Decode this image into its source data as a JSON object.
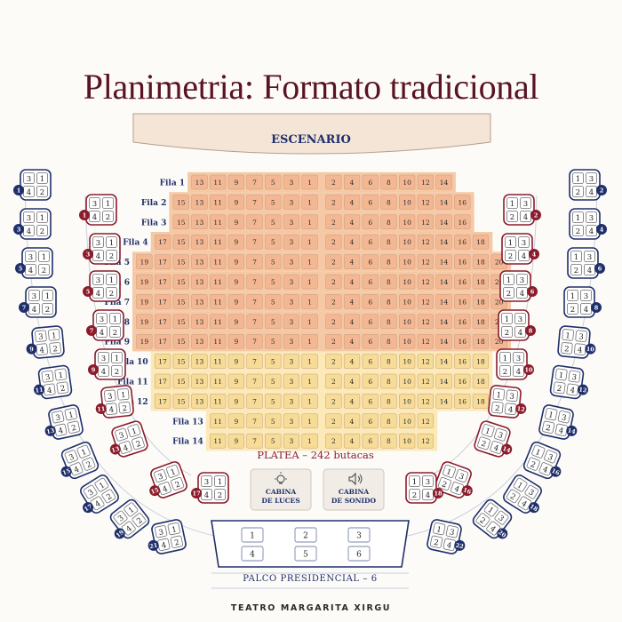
{
  "title": "Planimetria: Formato tradicional",
  "stage": "ESCENARIO",
  "platea": {
    "caption": "PLATEA – 242 butacas",
    "rows": [
      {
        "label": "Fila 1",
        "left": [
          13,
          11,
          9,
          7,
          5,
          3,
          1
        ],
        "right": [
          2,
          4,
          6,
          8,
          10,
          12,
          14
        ],
        "zone": "orange"
      },
      {
        "label": "Fila 2",
        "left": [
          15,
          13,
          11,
          9,
          7,
          5,
          3,
          1
        ],
        "right": [
          2,
          4,
          6,
          8,
          10,
          12,
          14,
          16
        ],
        "zone": "orange"
      },
      {
        "label": "Fila 3",
        "left": [
          15,
          13,
          11,
          9,
          7,
          5,
          3,
          1
        ],
        "right": [
          2,
          4,
          6,
          8,
          10,
          12,
          14,
          16
        ],
        "zone": "orange"
      },
      {
        "label": "Fila 4",
        "left": [
          17,
          15,
          13,
          11,
          9,
          7,
          5,
          3,
          1
        ],
        "right": [
          2,
          4,
          6,
          8,
          10,
          12,
          14,
          16,
          18
        ],
        "zone": "orange"
      },
      {
        "label": "Fila 5",
        "left": [
          19,
          17,
          15,
          13,
          11,
          9,
          7,
          5,
          3,
          1
        ],
        "right": [
          2,
          4,
          6,
          8,
          10,
          12,
          14,
          16,
          18,
          20
        ],
        "zone": "orange"
      },
      {
        "label": "Fila 6",
        "left": [
          19,
          17,
          15,
          13,
          11,
          9,
          7,
          5,
          3,
          1
        ],
        "right": [
          2,
          4,
          6,
          8,
          10,
          12,
          14,
          16,
          18,
          20
        ],
        "zone": "orange"
      },
      {
        "label": "Fila 7",
        "left": [
          19,
          17,
          15,
          13,
          11,
          9,
          7,
          5,
          3,
          1
        ],
        "right": [
          2,
          4,
          6,
          8,
          10,
          12,
          14,
          16,
          18,
          20
        ],
        "zone": "orange"
      },
      {
        "label": "Fila 8",
        "left": [
          19,
          17,
          15,
          13,
          11,
          9,
          7,
          5,
          3,
          1
        ],
        "right": [
          2,
          4,
          6,
          8,
          10,
          12,
          14,
          16,
          18,
          20
        ],
        "zone": "orange"
      },
      {
        "label": "Fila 9",
        "left": [
          19,
          17,
          15,
          13,
          11,
          9,
          7,
          5,
          3,
          1
        ],
        "right": [
          2,
          4,
          6,
          8,
          10,
          12,
          14,
          16,
          18,
          20
        ],
        "zone": "orange"
      },
      {
        "label": "Fila 10",
        "left": [
          17,
          15,
          13,
          11,
          9,
          7,
          5,
          3,
          1
        ],
        "right": [
          2,
          4,
          6,
          8,
          10,
          12,
          14,
          16,
          18
        ],
        "zone": "yellow"
      },
      {
        "label": "Fila 11",
        "left": [
          17,
          15,
          13,
          11,
          9,
          7,
          5,
          3,
          1
        ],
        "right": [
          2,
          4,
          6,
          8,
          10,
          12,
          14,
          16,
          18
        ],
        "zone": "yellow"
      },
      {
        "label": "Fila 12",
        "left": [
          17,
          15,
          13,
          11,
          9,
          7,
          5,
          3,
          1
        ],
        "right": [
          2,
          4,
          6,
          8,
          10,
          12,
          14,
          16,
          18
        ],
        "zone": "yellow"
      },
      {
        "label": "Fila 13",
        "left": [
          11,
          9,
          7,
          5,
          3,
          1
        ],
        "right": [
          2,
          4,
          6,
          8,
          10,
          12
        ],
        "zone": "yellow"
      },
      {
        "label": "Fila 14",
        "left": [
          11,
          9,
          7,
          5,
          3,
          1
        ],
        "right": [
          2,
          4,
          6,
          8,
          10,
          12
        ],
        "zone": "yellow"
      }
    ]
  },
  "booths": [
    {
      "title": "CABINA",
      "subtitle": "DE LUCES",
      "icon": "light-bulb-icon"
    },
    {
      "title": "CABINA",
      "subtitle": "DE SONIDO",
      "icon": "speaker-icon"
    }
  ],
  "palco_presidencial": {
    "caption": "PALCO PRESIDENCIAL – 6",
    "seats": [
      "1",
      "2",
      "3",
      "4",
      "5",
      "6"
    ]
  },
  "boxes": {
    "left_numbers": [
      1,
      3,
      5,
      7,
      9,
      11,
      13,
      15,
      17,
      19,
      21
    ],
    "right_numbers": [
      2,
      4,
      6,
      8,
      10,
      12,
      14,
      16,
      18,
      20,
      22
    ],
    "left_inner_numbers": [
      1,
      3,
      5,
      7,
      9,
      11,
      13,
      15,
      17
    ],
    "right_inner_numbers": [
      2,
      4,
      6,
      8,
      10,
      12,
      14,
      16,
      18
    ],
    "left_seat_labels": [
      "3",
      "1",
      "4",
      "2"
    ],
    "right_seat_labels": [
      "1",
      "3",
      "2",
      "4"
    ]
  },
  "colors": {
    "title": "#5a1322",
    "orange_zone": "#f6c9a6",
    "orange_seat": "#f3b893",
    "yellow_zone": "#fbe9b8",
    "yellow_seat": "#f7dc98",
    "navy": "#1f2f6b",
    "maroon": "#8a1c2b"
  },
  "footer": "TEATRO MARGARITA XIRGU"
}
